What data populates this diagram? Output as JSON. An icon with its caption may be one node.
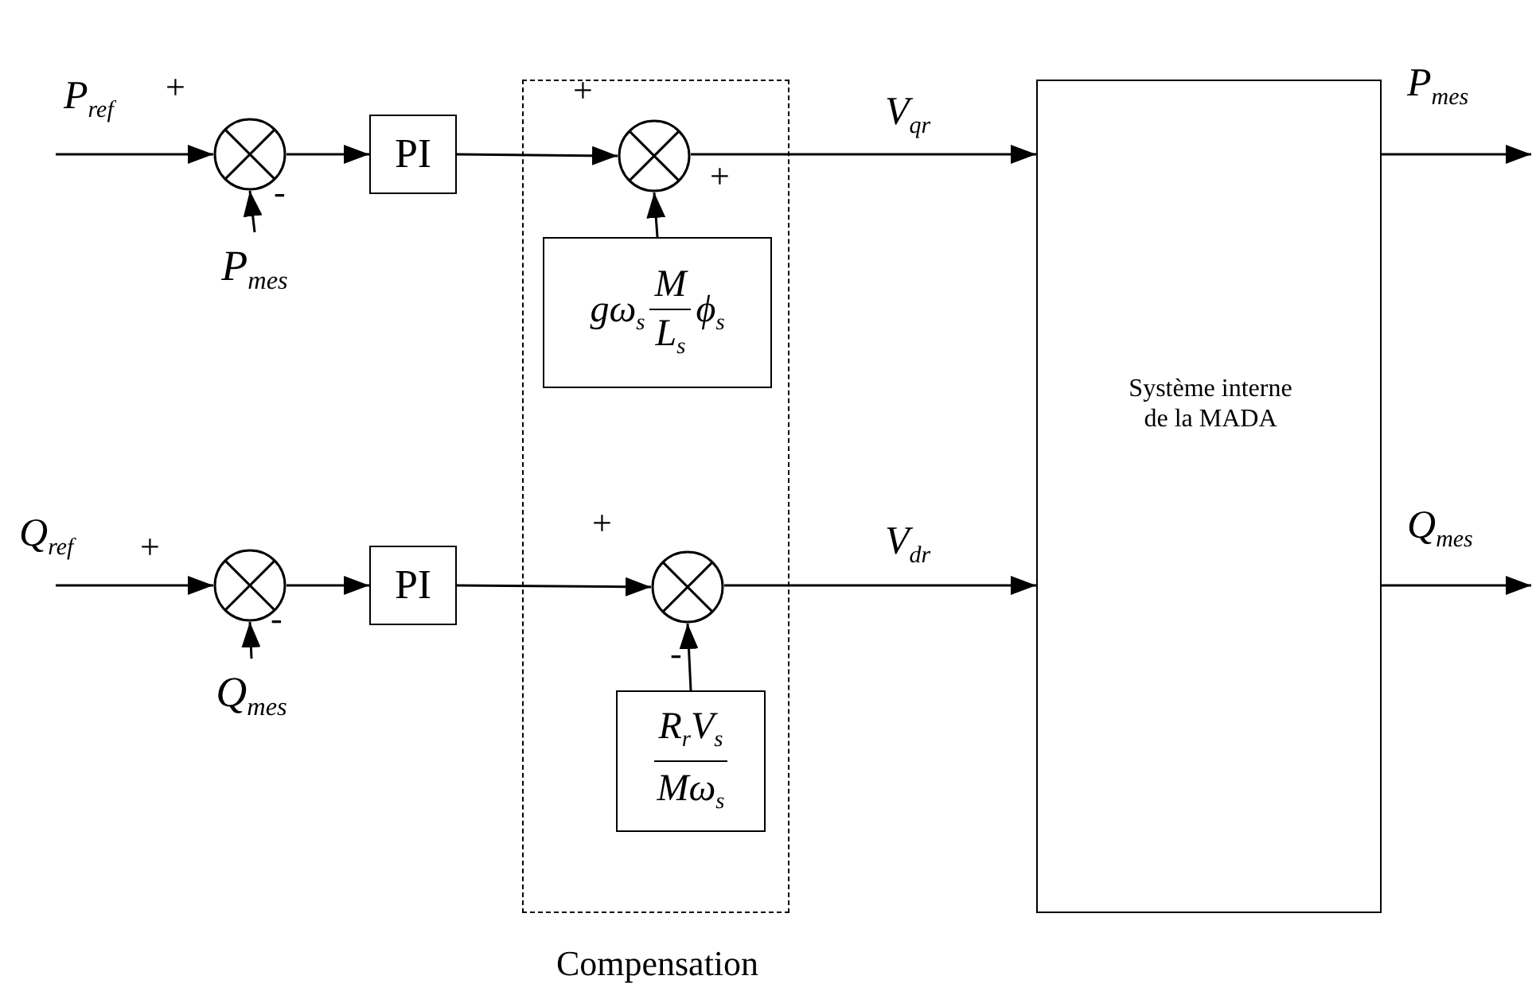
{
  "diagram": {
    "nodes": [
      {
        "text": [],
        "shape": "circle"
      },
      {
        "text": [
          "P$_{mes}$"
        ]
      },
      {
        "text": [
          "PI"
        ]
      },
      {
        "text": [
          "Compensation"
        ]
      },
      {
        "text": [],
        "shape": "circle",
        "in": 3
      },
      {
        "text": [
          "gω$_{s}$",
          "M",
          "L$_{s}$",
          "ϕ$_{s}$"
        ],
        "in": 3
      },
      {
        "text": [],
        "shape": "circle"
      },
      {
        "text": [
          "Q$_{mes}$"
        ]
      },
      {
        "text": [
          "PI"
        ]
      },
      {
        "text": [],
        "shape": "circle",
        "in": 3
      },
      {
        "text": [
          "R$_{r}$V$_{s}$",
          "Mω$_{s}$"
        ],
        "in": 3
      },
      {
        "text": [
          "Système interne de la MADA"
        ]
      }
    ],
    "edges": [
      {
        "from": null,
        "to": 0,
        "arrow": "to",
        "label": "P$_{ref}$"
      },
      {
        "from": 1,
        "to": 0,
        "arrow": "to"
      },
      {
        "from": 0,
        "to": 2,
        "arrow": "to"
      },
      {
        "from": 2,
        "to": 4,
        "arrow": "to"
      },
      {
        "from": 5,
        "to": 4,
        "arrow": "to"
      },
      {
        "from": 4,
        "to": 11,
        "arrow": "to",
        "label": "V$_{qr}$"
      },
      {
        "from": 11,
        "to": null,
        "arrow": "to",
        "label": "P$_{mes}$"
      },
      {
        "from": null,
        "to": 6,
        "arrow": "to",
        "label": "Q$_{ref}$"
      },
      {
        "from": 7,
        "to": 6,
        "arrow": "to"
      },
      {
        "from": 6,
        "to": 8,
        "arrow": "to"
      },
      {
        "from": 8,
        "to": 9,
        "arrow": "to"
      },
      {
        "from": 10,
        "to": 9,
        "arrow": "to"
      },
      {
        "from": 9,
        "to": 11,
        "arrow": "to",
        "label": "V$_{dr}$"
      },
      {
        "from": 11,
        "to": null,
        "arrow": "to",
        "label": "Q$_{mes}$"
      }
    ],
    "labels": [
      "+",
      "-",
      "+",
      "+",
      "+",
      "-",
      "+",
      "-"
    ]
  }
}
